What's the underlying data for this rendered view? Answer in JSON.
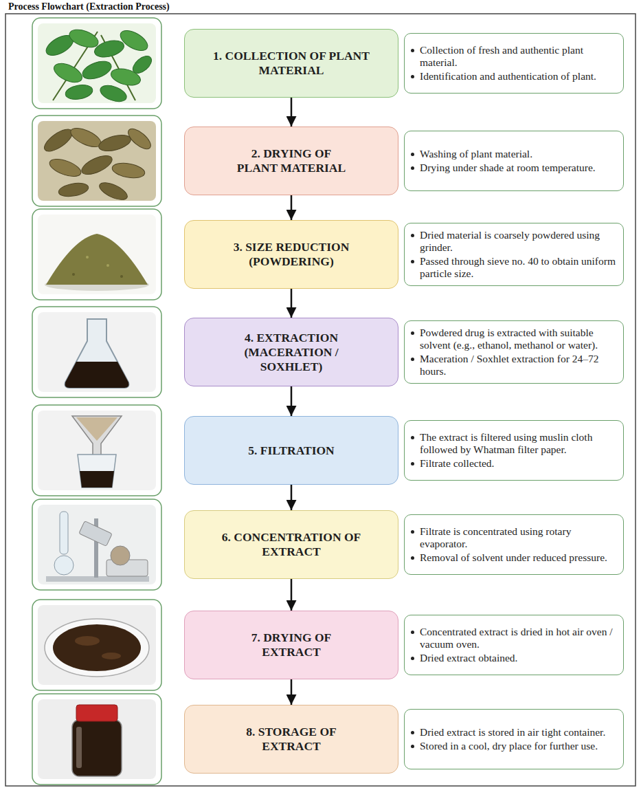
{
  "diagram": {
    "title": "Process Flowchart (Extraction Process)",
    "nodes": [
      {
        "text": [
          "1. COLLECTION OF PLANT MATERIAL"
        ]
      },
      {
        "text": [
          "Collection of fresh and authentic plant material.",
          "Identification and authentication of plant."
        ]
      },
      {
        "text": [
          "2. DRYING OF PLANT MATERIAL"
        ]
      },
      {
        "text": [
          "Washing of plant material.",
          "Drying under shade at room temperature."
        ]
      },
      {
        "text": [
          "3. SIZE REDUCTION (POWDERING)"
        ]
      },
      {
        "text": [
          "Dried material is coarsely powdered using grinder.",
          "Passed through sieve no. 40 to obtain uniform particle size."
        ]
      },
      {
        "text": [
          "4. EXTRACTION (MACERATION / SOXHLET)"
        ]
      },
      {
        "text": [
          "Powdered drug is extracted with suitable solvent (e.g., ethanol, methanol or water).",
          "Maceration / Soxhlet extraction for 24–72 hours."
        ]
      },
      {
        "text": [
          "5. FILTRATION"
        ]
      },
      {
        "text": [
          "The extract is filtered using muslin cloth followed by Whatman filter paper.",
          "Filtrate collected."
        ]
      },
      {
        "text": [
          "6. CONCENTRATION OF EXTRACT"
        ]
      },
      {
        "text": [
          "Filtrate is concentrated using rotary evaporator.",
          "Removal of solvent under reduced pressure."
        ]
      },
      {
        "text": [
          "7. DRYING OF EXTRACT"
        ]
      },
      {
        "text": [
          "Concentrated extract is dried in hot air oven / vacuum oven.",
          "Dried extract obtained."
        ]
      },
      {
        "text": [
          "8. STORAGE OF EXTRACT"
        ]
      },
      {
        "text": [
          "Dried extract is stored in air tight container.",
          "Stored in a cool, dry place for further use."
        ]
      }
    ],
    "edges": [
      {
        "from": 0,
        "to": 2,
        "arrow": "to"
      },
      {
        "from": 2,
        "to": 4,
        "arrow": "to"
      },
      {
        "from": 4,
        "to": 6,
        "arrow": "to"
      },
      {
        "from": 6,
        "to": 8,
        "arrow": "to"
      },
      {
        "from": 8,
        "to": 10,
        "arrow": "to"
      },
      {
        "from": 10,
        "to": 12,
        "arrow": "to"
      },
      {
        "from": 12,
        "to": 14,
        "arrow": "to"
      }
    ]
  }
}
